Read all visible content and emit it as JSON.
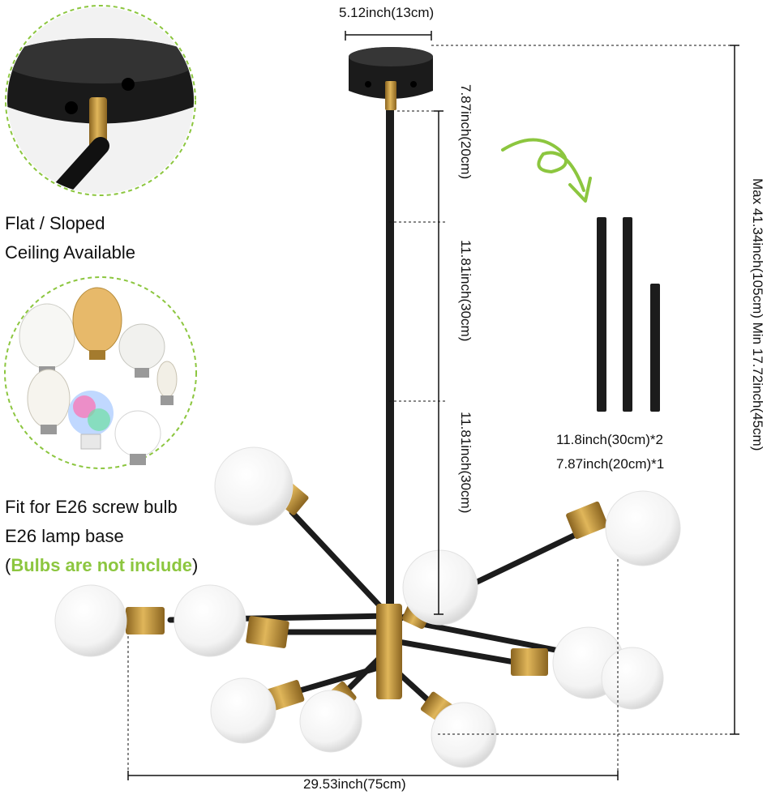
{
  "left_panel": {
    "ceiling_line1": "Flat / Sloped",
    "ceiling_line2": "Ceiling Available",
    "bulb_line1": "Fit for E26 screw bulb",
    "bulb_line2": "E26 lamp base",
    "bulb_note_open": "(",
    "bulb_note_highlight": "Bulbs are not include",
    "bulb_note_close": ")"
  },
  "dimensions": {
    "canopy_width": "5.12inch(13cm)",
    "rod_seg_1": "7.87inch(20cm)",
    "rod_seg_2": "11.81inch(30cm)",
    "rod_seg_3": "11.81inch(30cm)",
    "total_width": "29.53inch(75cm)",
    "height_range": "Max 41.34inch(105cm)   Min 17.72inch(45cm)"
  },
  "rods_info": {
    "line1": "11.8inch(30cm)*2",
    "line2": "7.87inch(20cm)*1"
  },
  "colors": {
    "accent_green": "#8cc63f",
    "brass": "#c49a3a",
    "black_metal": "#1c1c1c"
  }
}
